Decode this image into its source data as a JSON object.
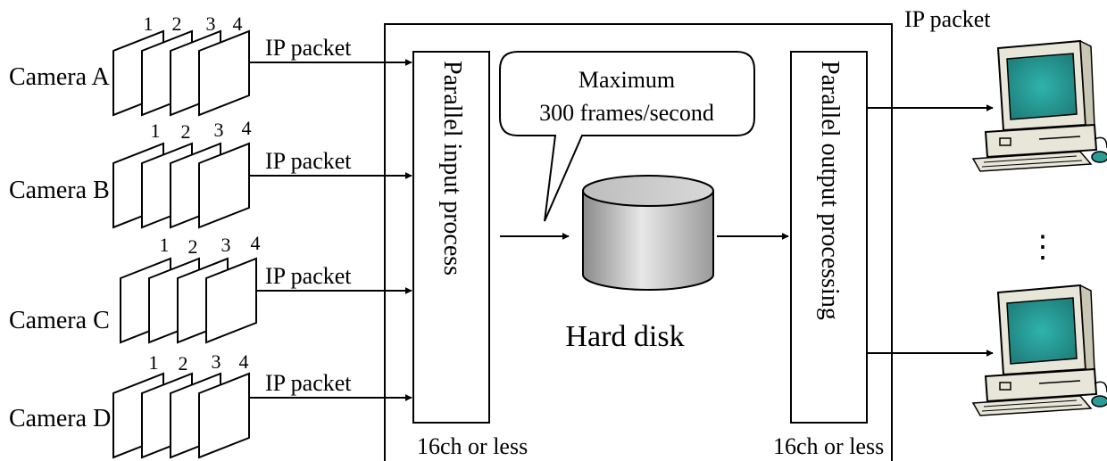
{
  "cameras": [
    {
      "label": "Camera A",
      "frames": [
        "1",
        "2",
        "3",
        "4"
      ],
      "link": "IP packet"
    },
    {
      "label": "Camera B",
      "frames": [
        "1",
        "2",
        "3",
        "4"
      ],
      "link": "IP packet"
    },
    {
      "label": "Camera C",
      "frames": [
        "1",
        "2",
        "3",
        "4"
      ],
      "link": "IP packet"
    },
    {
      "label": "Camera D",
      "frames": [
        "1",
        "2",
        "3",
        "4"
      ],
      "link": "IP packet"
    }
  ],
  "input_process": {
    "label": "Parallel input process",
    "capacity": "16ch or less"
  },
  "output_process": {
    "label": "Parallel output processing",
    "capacity": "16ch or less"
  },
  "callout": {
    "line1": "Maximum",
    "line2": "300 frames/second"
  },
  "storage": {
    "label": "Hard disk"
  },
  "output_link": "IP packet",
  "ellipsis": "⋮",
  "colors": {
    "disk_gradient": [
      "#8a8a8a",
      "#e8e8e8",
      "#9a9a9a"
    ],
    "screen": "#2a9c97",
    "monitor": "#e8e6d8"
  }
}
